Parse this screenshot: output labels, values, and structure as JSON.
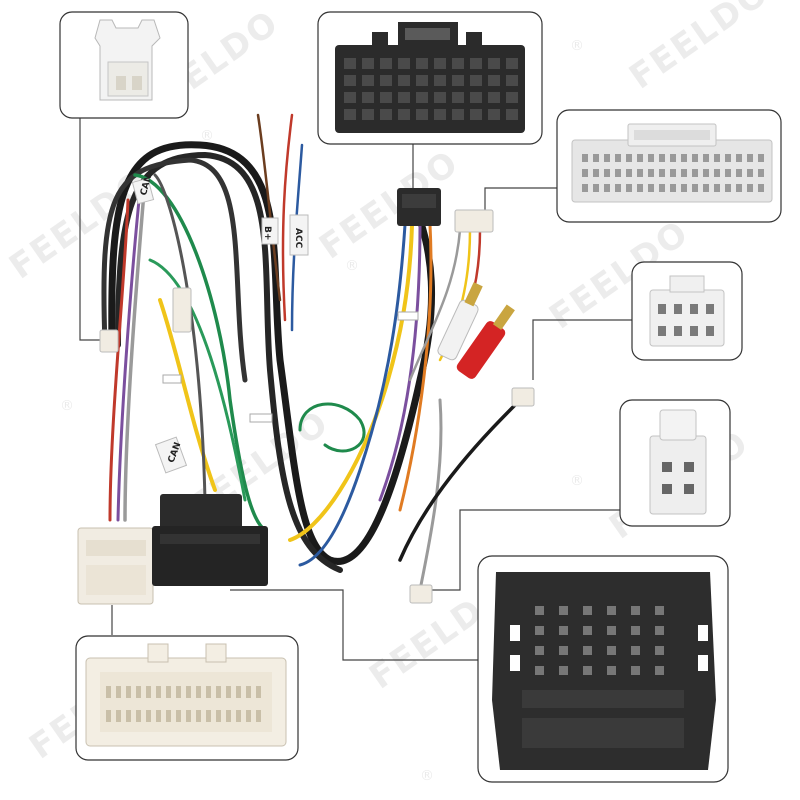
{
  "watermark": {
    "text": "FEELDO",
    "registered_mark": "®"
  },
  "wire_tags": {
    "can_upper": "CAN",
    "can_lower": "CAN",
    "tag_a": "B+",
    "tag_b": "ACC"
  },
  "colors": {
    "background": "#ffffff",
    "callout_border": "#333333",
    "leader_line": "#444444",
    "connector_black": "#2b2b2b",
    "connector_white": "#f1ece2",
    "rca_red": "#d42424",
    "rca_white": "#f2f2f2",
    "wire_black": "#1a1a1a",
    "wire_yellow": "#f0c419",
    "wire_green": "#1f8a4c",
    "wire_red": "#c0392b",
    "wire_blue": "#2c5aa0",
    "wire_gray": "#9a9a9a",
    "wire_purple": "#7b4f9e",
    "wire_orange": "#e07b22",
    "wire_brown": "#6b3d1f"
  }
}
